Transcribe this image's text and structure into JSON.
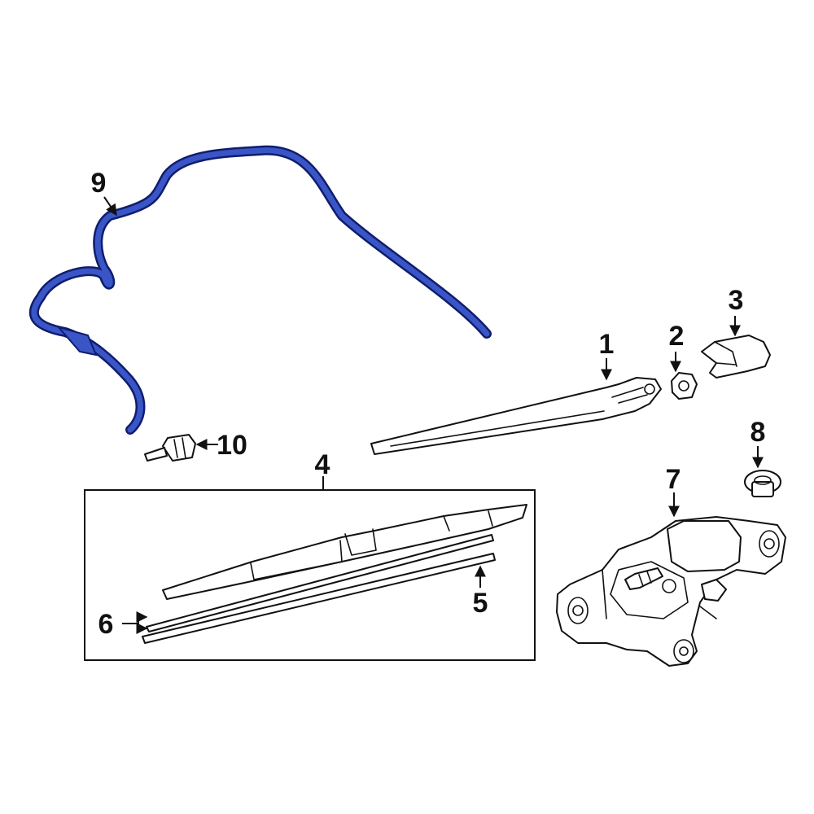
{
  "colors": {
    "highlight": "#3a55c6",
    "highlight_outline": "#0f1d6e",
    "line": "#111111",
    "background": "#ffffff"
  },
  "callouts": {
    "c1": "1",
    "c2": "2",
    "c3": "3",
    "c4": "4",
    "c5": "5",
    "c6": "6",
    "c7": "7",
    "c8": "8",
    "c9": "9",
    "c10": "10"
  }
}
